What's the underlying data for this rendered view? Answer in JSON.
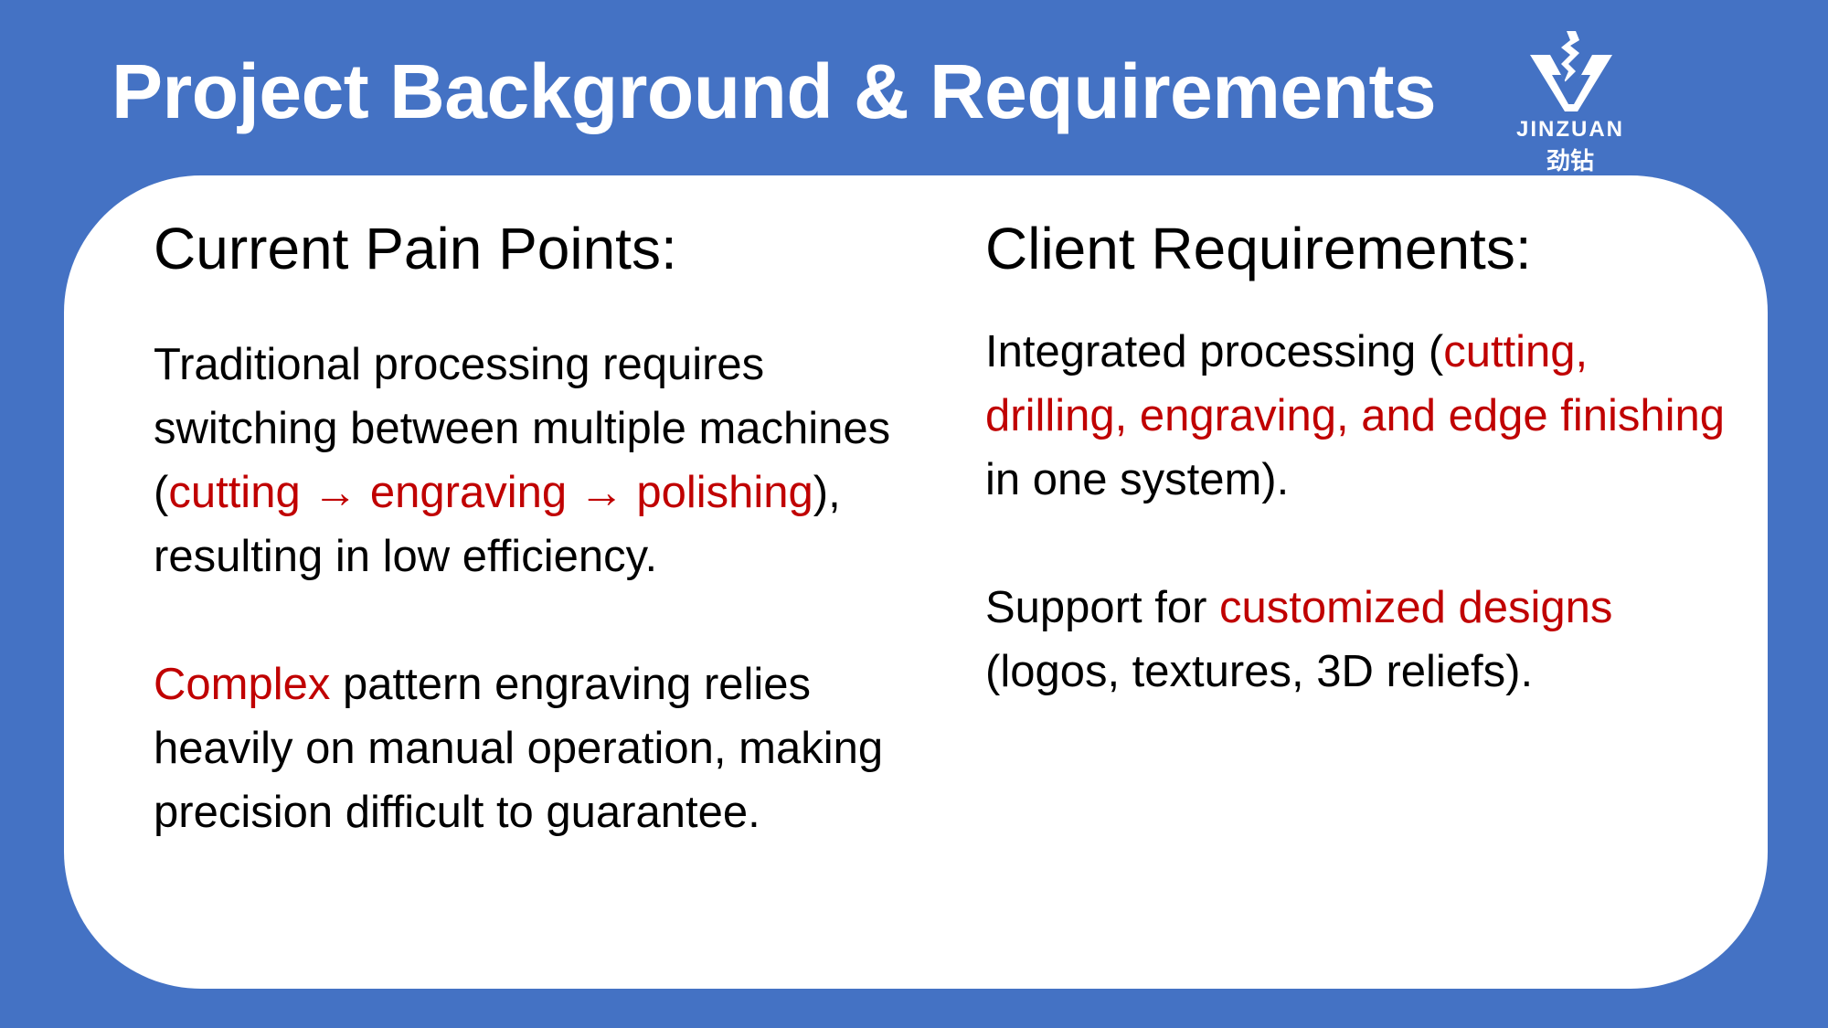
{
  "title": "Project Background & Requirements",
  "logo": {
    "text": "JINZUAN",
    "subtext": "劲钻",
    "icon": "jinzuan-logo-icon",
    "color": "#ffffff"
  },
  "colors": {
    "background": "#4472c4",
    "panel": "#ffffff",
    "highlight": "#c00000",
    "text": "#000000"
  },
  "pain_points": {
    "heading": "Current Pain Points:",
    "p1": {
      "t1": "Traditional processing requires switching between multiple machines (",
      "h1": "cutting → engraving → polishing",
      "t2": "), resulting in low efficiency."
    },
    "p2": {
      "h1": "Complex",
      "t1": " pattern engraving relies heavily on manual operation, making precision difficult to guarantee."
    }
  },
  "requirements": {
    "heading": "Client Requirements:",
    "p1": {
      "t1": "Integrated processing (",
      "h1": "cutting, drilling, engraving, and edge finishing",
      "t2": " in one system)."
    },
    "p2": {
      "t1": "Support for ",
      "h1": "customized designs",
      "t2": " (logos, textures, 3D reliefs)."
    }
  }
}
